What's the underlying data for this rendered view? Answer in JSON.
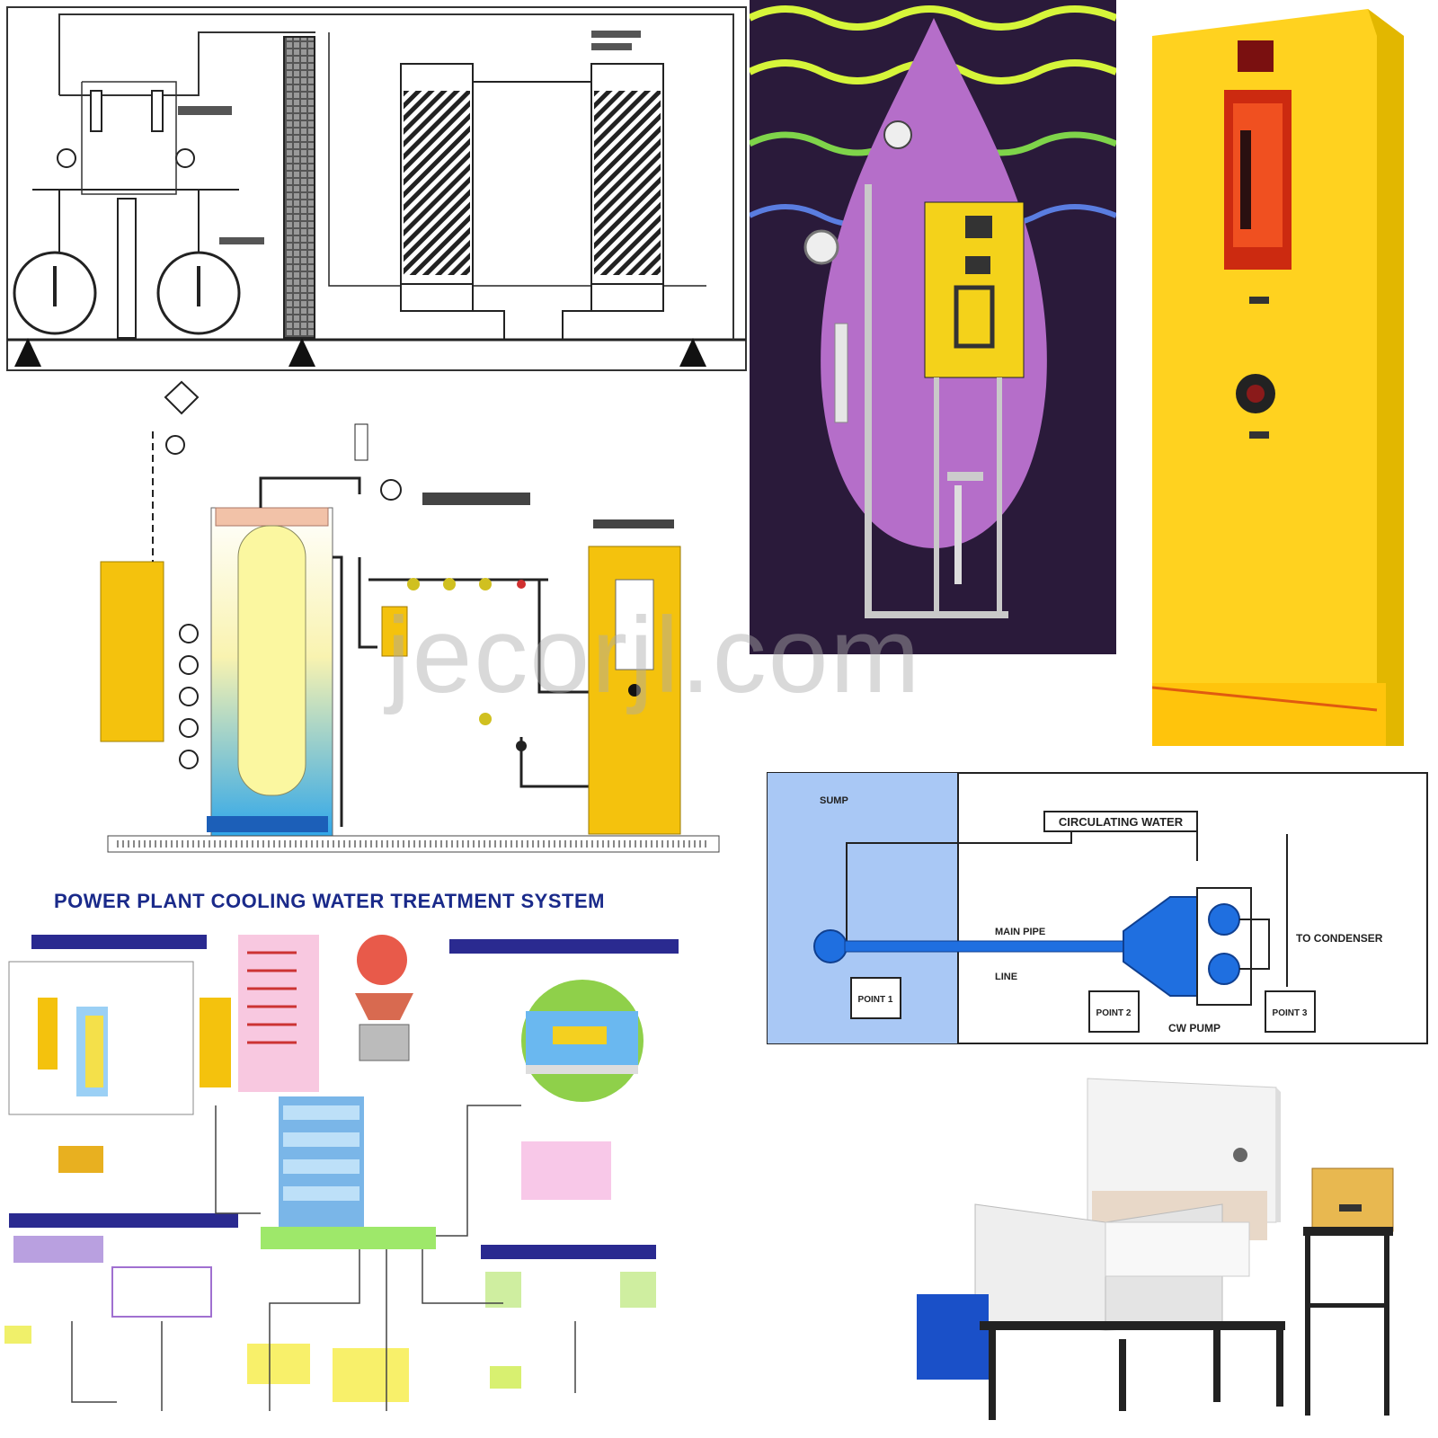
{
  "main_title": "POWER  PLANT COOLING WATER TREATMENT SYSTEM",
  "watermark": "jecorjl.com",
  "cooling_diagram": {
    "block_label": "CIRCULATING WATER",
    "left_label": "SUMP",
    "middle_label": "LINE",
    "pipe_label": "MAIN PIPE",
    "to_condenser": "TO CONDENSER",
    "point_1": "POINT 1",
    "point_2": "POINT 2",
    "point_3": "POINT 3",
    "cw_pump": "CW PUMP"
  },
  "colors": {
    "yellow": "#f4c20d",
    "cabinet_yellow": "#ffd21f",
    "purple": "#b56ec9",
    "dark_bg": "#2a1a3a",
    "diagram_blue": "#1f6fe0",
    "panel_blue": "#a9c8f5",
    "title_blue": "#1a2a8a"
  }
}
